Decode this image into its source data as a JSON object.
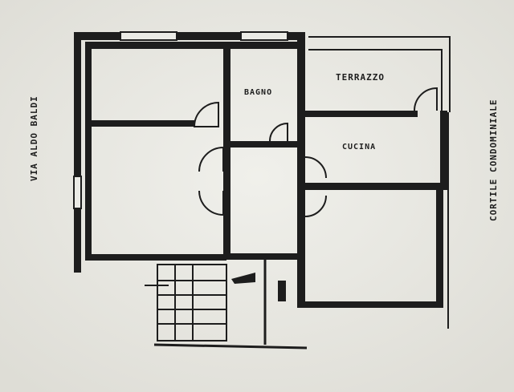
{
  "labels": {
    "street": "VIA ALDO BALDI",
    "courtyard": "CORTILE CONDOMINIALE",
    "terrace": "TERRAZZO",
    "bath": "BAGNO",
    "kitchen": "CUCINA"
  }
}
